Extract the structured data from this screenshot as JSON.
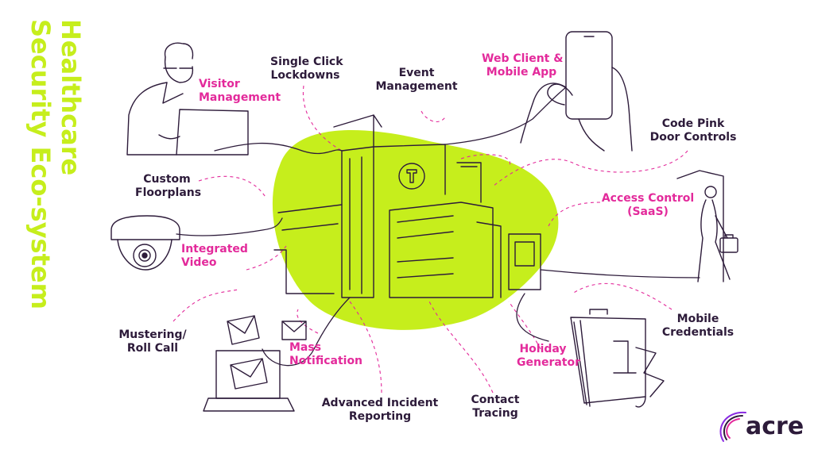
{
  "title": {
    "line1": "Healthcare",
    "line2": "Security Eco-system"
  },
  "labels": {
    "visitor_management": [
      "Visitor",
      "Management"
    ],
    "single_click_lockdowns": [
      "Single Click",
      "Lockdowns"
    ],
    "event_management": [
      "Event",
      "Management"
    ],
    "web_client_mobile_app": [
      "Web Client &",
      "Mobile App"
    ],
    "code_pink_door_controls": [
      "Code Pink",
      "Door Controls"
    ],
    "custom_floorplans": [
      "Custom",
      "Floorplans"
    ],
    "access_control_saas": [
      "Access Control",
      "(SaaS)"
    ],
    "integrated_video": [
      "Integrated",
      "Video"
    ],
    "mobile_credentials": [
      "Mobile",
      "Credentials"
    ],
    "mustering_roll_call": [
      "Mustering/",
      "Roll Call"
    ],
    "mass_notification": [
      "Mass",
      "Notification"
    ],
    "holiday_generator": [
      "Holiday",
      "Generator"
    ],
    "advanced_incident_reporting": [
      "Advanced Incident",
      "Reporting"
    ],
    "contact_tracing": [
      "Contact",
      "Tracing"
    ]
  },
  "logo": {
    "text": "acre"
  },
  "colors": {
    "accent_pink": "#e32a9b",
    "ink": "#2d1b3a",
    "lime": "#c6ee1c"
  },
  "icons": [
    "person-at-laptop-icon",
    "hand-holding-phone-icon",
    "security-camera-icon",
    "walking-person-with-briefcase-icon",
    "laptop-with-envelopes-icon",
    "desk-calendar-icon",
    "hospital-building-icon"
  ]
}
